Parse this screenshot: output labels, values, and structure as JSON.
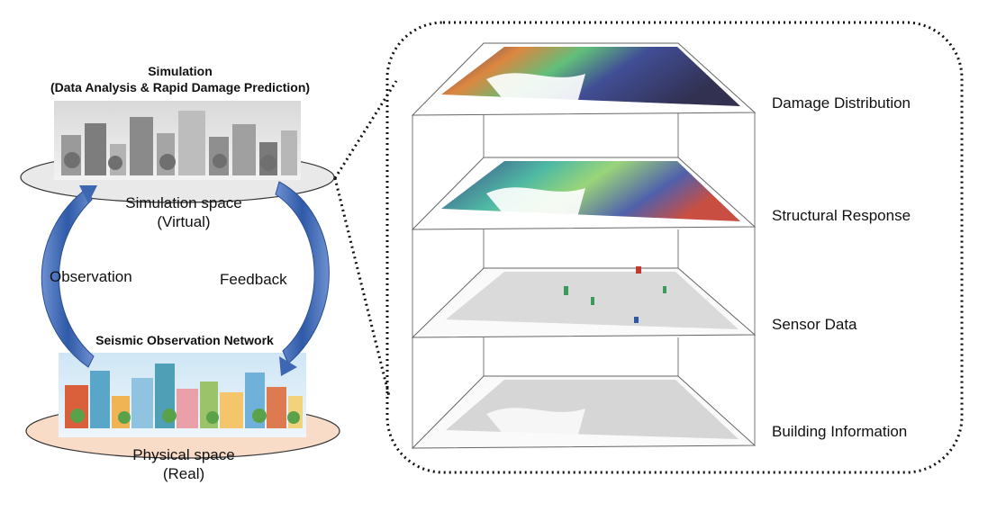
{
  "left": {
    "simulation_title": "Simulation",
    "simulation_subtitle": "(Data Analysis & Rapid Damage Prediction)",
    "simulation_space_label": "Simulation space",
    "simulation_space_sublabel": "(Virtual)",
    "observation_label": "Observation",
    "feedback_label": "Feedback",
    "network_title": "Seismic Observation Network",
    "physical_space_label": "Physical space",
    "physical_space_sublabel": "(Real)"
  },
  "layers": [
    {
      "label": "Damage Distribution"
    },
    {
      "label": "Structural Response"
    },
    {
      "label": "Sensor Data"
    },
    {
      "label": "Building Information"
    }
  ],
  "colors": {
    "virtual_disc": "#e9e9e9",
    "physical_disc": "#f9dcc7",
    "arrow_blue": "#3d67b3",
    "dotted_border": "#111111"
  }
}
